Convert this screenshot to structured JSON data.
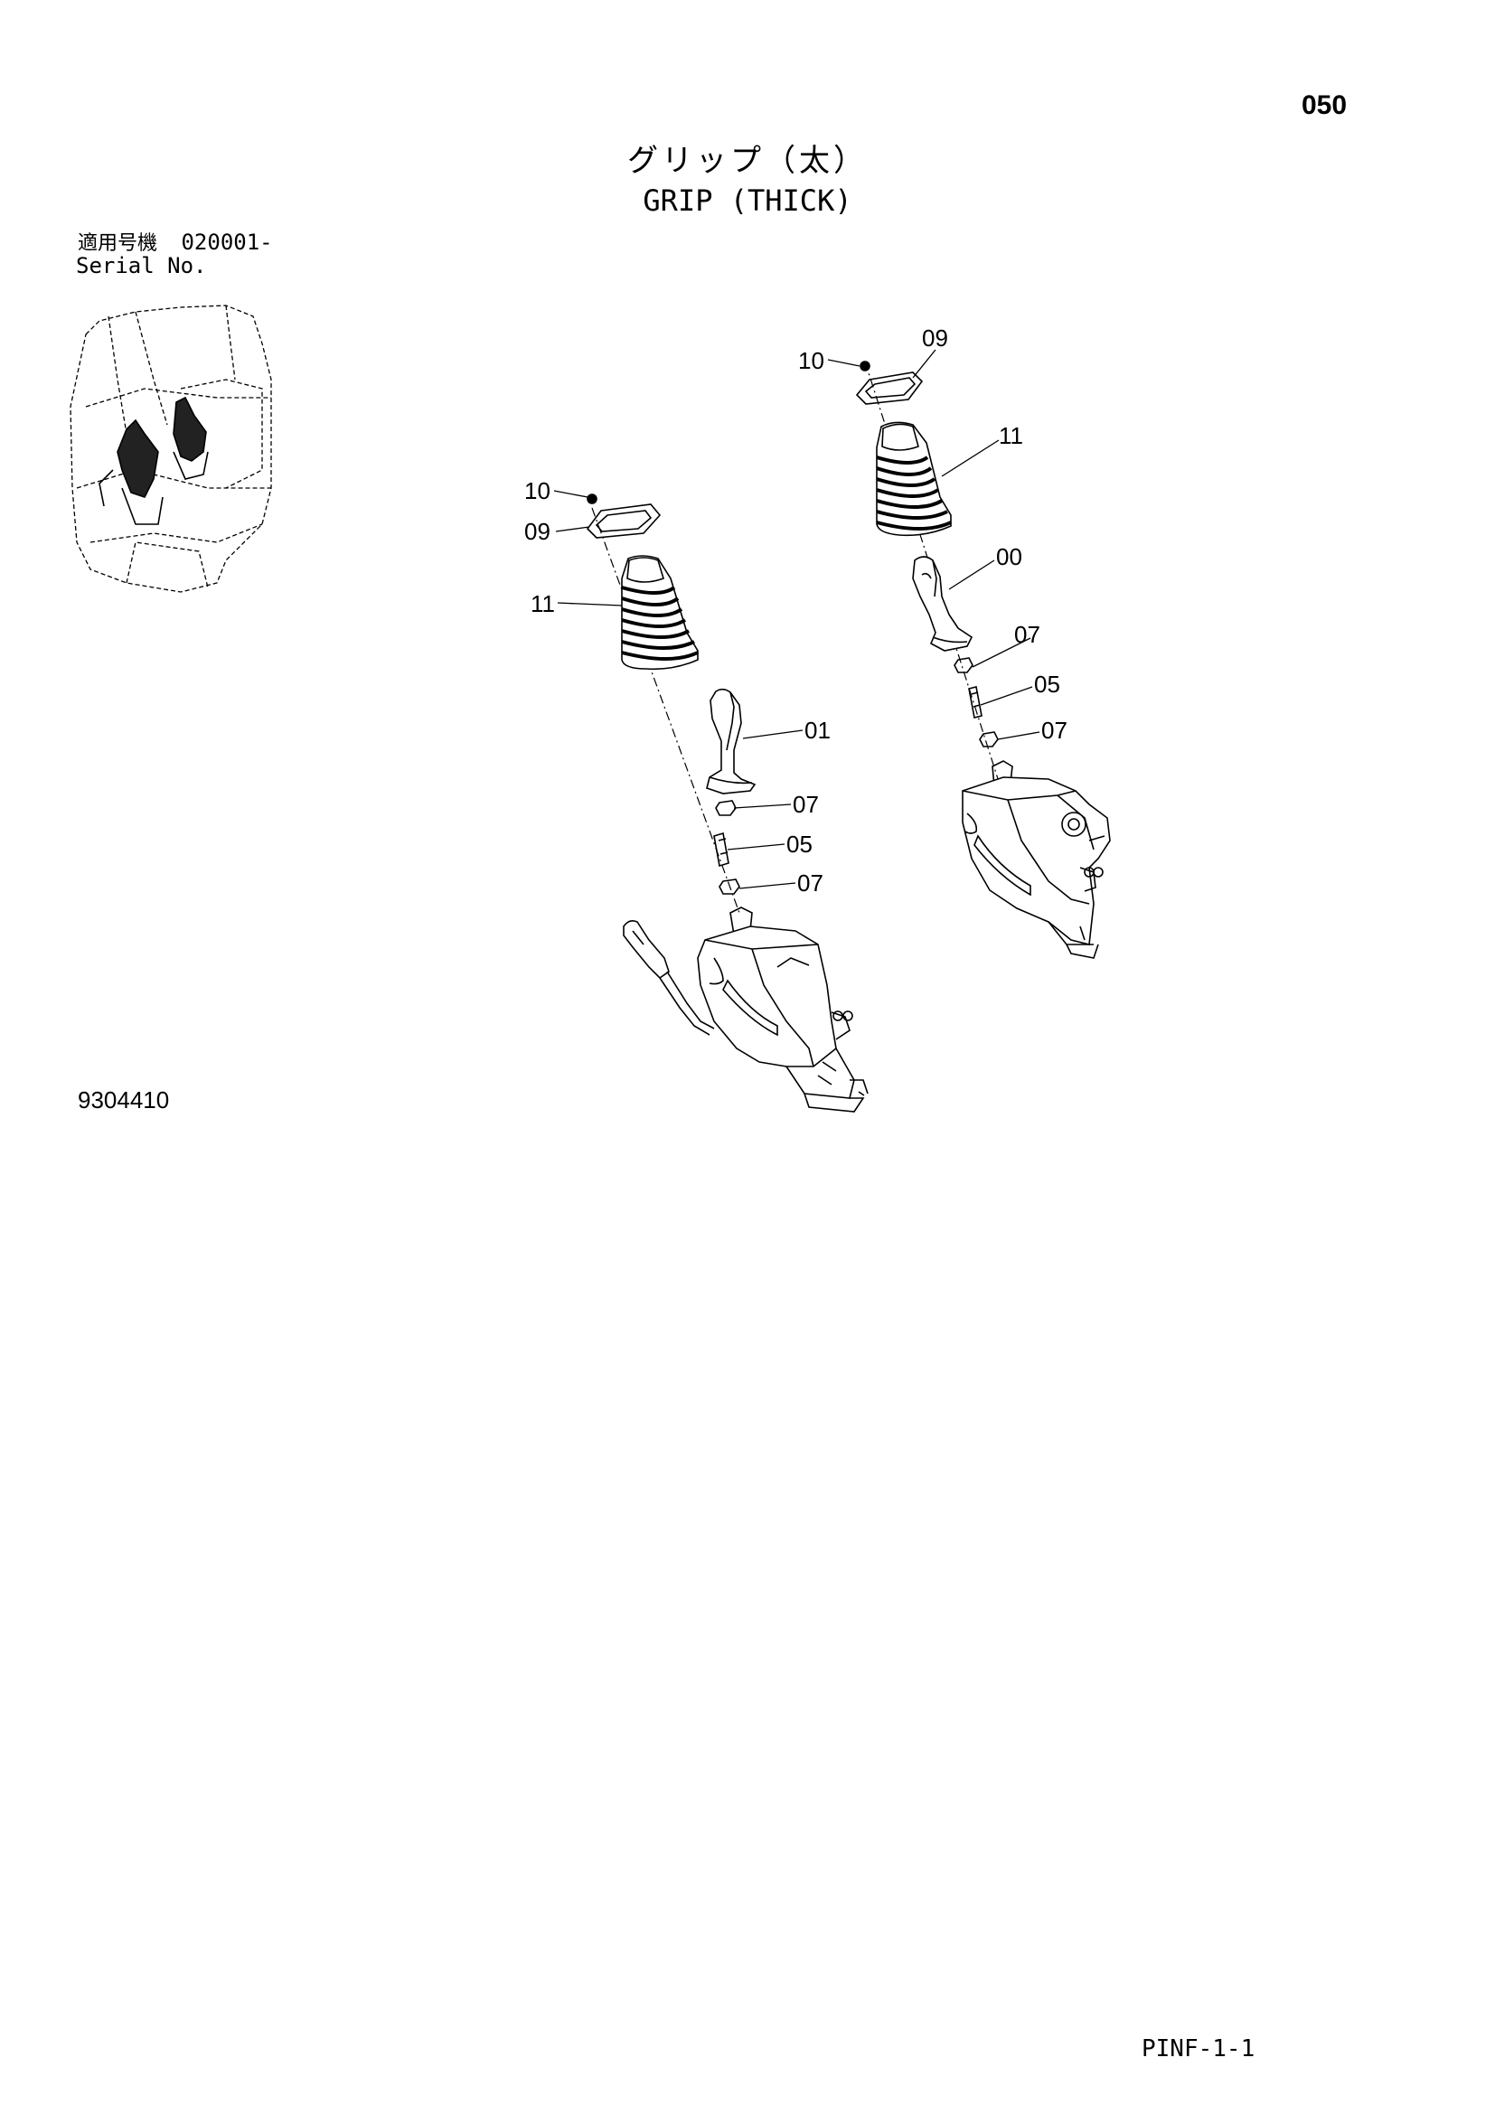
{
  "page_number": "050",
  "title_jp": "グリップ（太）",
  "title_en": "GRIP (THICK)",
  "serial": {
    "label_jp": "適用号機",
    "range": "020001-",
    "label_en": "Serial No."
  },
  "drawing_number": "9304410",
  "page_ref": "PINF-1-1",
  "callouts": {
    "left_10": "10",
    "left_09": "09",
    "left_11": "11",
    "left_01": "01",
    "left_07a": "07",
    "left_05": "05",
    "left_07b": "07",
    "right_10": "10",
    "right_09": "09",
    "right_11": "11",
    "right_00": "00",
    "right_07a": "07",
    "right_05": "05",
    "right_07b": "07"
  }
}
